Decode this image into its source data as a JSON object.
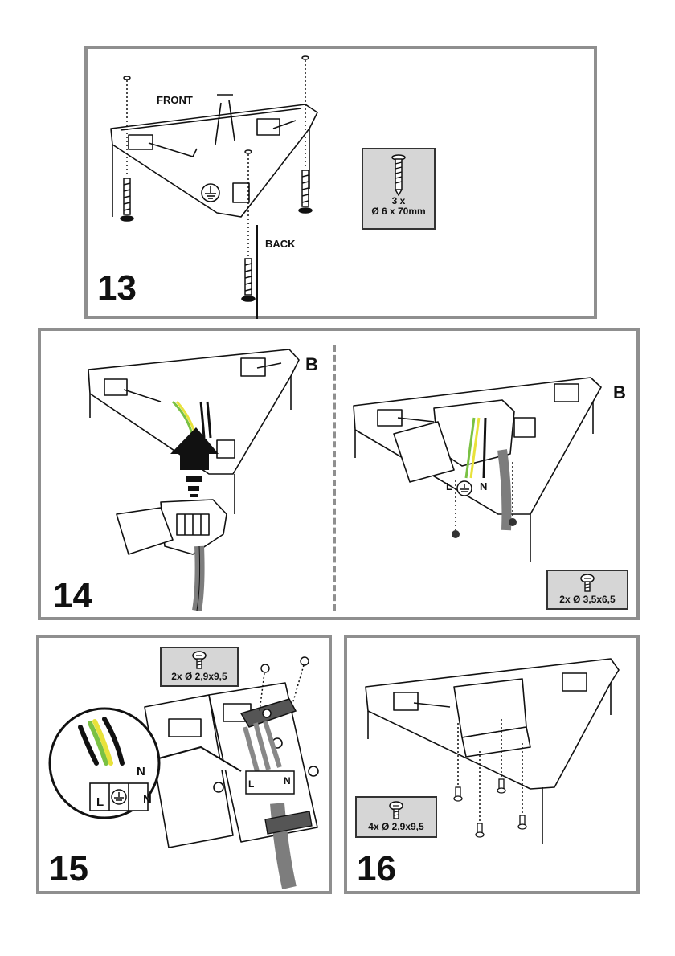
{
  "steps": {
    "s13": {
      "number": "13",
      "front_label": "FRONT",
      "back_label": "BACK",
      "callout_line1": "3 x",
      "callout_line2": "Ø 6 x 70mm"
    },
    "s14": {
      "number": "14",
      "b_left": "B",
      "b_right": "B",
      "wire_l": "L",
      "wire_n": "N",
      "callout": "2x Ø 3,5x6,5"
    },
    "s15": {
      "number": "15",
      "callout": "2x Ø 2,9x9,5",
      "term_l": "L",
      "term_n": "N",
      "term_n_top": "N",
      "term_l_small": "L",
      "term_n_small": "N"
    },
    "s16": {
      "number": "16",
      "callout": "4x Ø 2,9x9,5"
    }
  },
  "colors": {
    "panel_border": "#8f8f8f",
    "callout_fill": "#d6d6d6",
    "wire_green": "#7ac143",
    "wire_yellow": "#e8e23a",
    "cable_grey": "#7d7d7d"
  },
  "icons": [
    "screw-icon",
    "ground-symbol-icon",
    "arrow-up-icon"
  ]
}
